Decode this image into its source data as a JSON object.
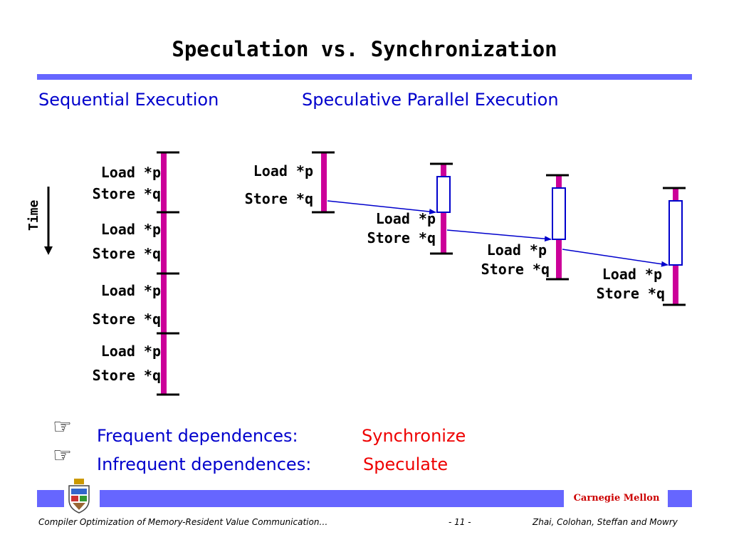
{
  "slide": {
    "title": "Speculation vs. Synchronization",
    "heading_left": "Sequential Execution",
    "heading_right": "Speculative Parallel Execution",
    "time_label": "Time",
    "load_label": "Load *p",
    "store_label": "Store *q"
  },
  "bullets": [
    {
      "icon": "pointing-hand-icon",
      "label": "Frequent dependences:",
      "action": "Synchronize"
    },
    {
      "icon": "pointing-hand-icon",
      "label": "Infrequent dependences:",
      "action": "Speculate"
    }
  ],
  "footer": {
    "institution": "Carnegie Mellon",
    "left": "Compiler Optimization of Memory-Resident Value Communication…",
    "page": "- 11 -",
    "authors": "Zhai, Colohan, Steffan and Mowry"
  },
  "colors": {
    "bar": "#cc0099",
    "accent_blue": "#0000cc",
    "bar_band": "#6666ff",
    "emphasis_red": "#ee0000"
  }
}
